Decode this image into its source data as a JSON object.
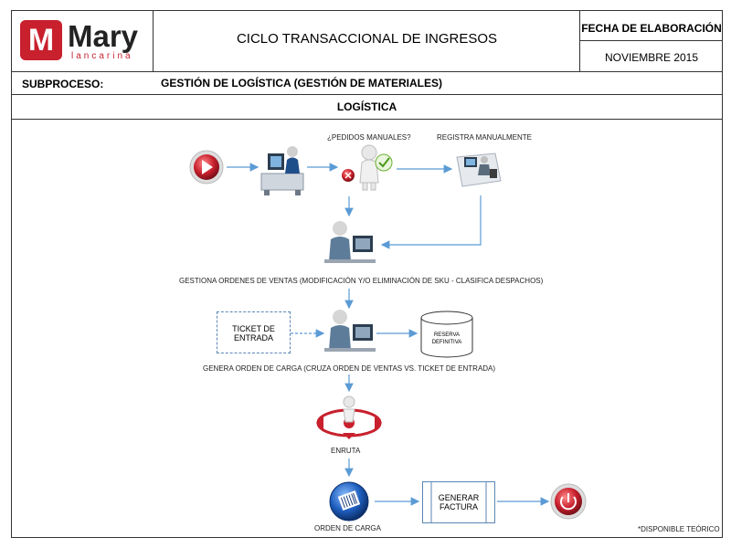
{
  "header": {
    "logo": {
      "initial": "M",
      "brand": "Mary",
      "tagline": "lancarina"
    },
    "title": "CICLO TRANSACCIONAL  DE INGRESOS",
    "date_label": "FECHA DE ELABORACIÓN",
    "date_value": "NOVIEMBRE 2015"
  },
  "subprocess": {
    "label": "SUBPROCESO:",
    "value": "GESTIÓN  DE LOGÍSTICA  (GESTIÓN DE MATERIALES)"
  },
  "section_title": "LOGÍSTICA",
  "flow": {
    "manual_question": "¿PEDIDOS MANUALES?",
    "register_manual": "REGISTRA MANUALMENTE",
    "manage_orders": "GESTIONA ORDENES DE VENTAS (MODIFICACIÓN Y/O ELIMINACIÓN DE SKU - CLASIFICA DESPACHOS)",
    "ticket_box_line1": "TICKET DE",
    "ticket_box_line2": "ENTRADA",
    "reserve_line1": "RESERVA",
    "reserve_line2": "DEFINITIVA",
    "generate_load_order": "GENERA ORDEN DE CARGA (CRUZA ORDEN DE VENTAS VS. TICKET DE ENTRADA)",
    "route": "ENRUTA",
    "load_order": "ORDEN DE CARGA",
    "invoice_line1": "GENERAR",
    "invoice_line2": "FACTURA"
  },
  "footnote": "*DISPONIBLE TEÓRICO",
  "colors": {
    "brand_red": "#c8202d",
    "arrow_blue": "#5b9bd5",
    "box_border": "#5b86b5"
  }
}
